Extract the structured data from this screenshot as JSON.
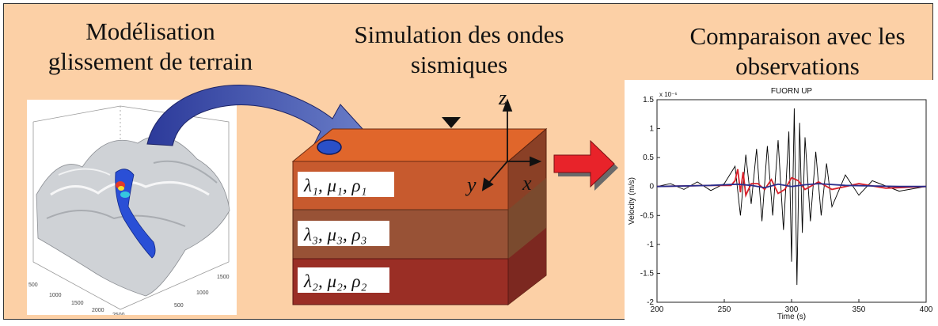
{
  "titles": {
    "modeling": "Modélisation\nglissement de terrain",
    "simulation": "Simulation des ondes\nsismiques",
    "comparison": "Comparaison avec les\nobservations"
  },
  "terrain": {
    "x_ticks": [
      "500",
      "1000",
      "1500",
      "2000",
      "2500"
    ],
    "y_ticks": [
      "500",
      "1000",
      "1500"
    ]
  },
  "block": {
    "layer_labels": [
      "λ₁, μ₁, ρ₁",
      "λ₃, μ₃, ρ₃",
      "λ₂, μ₂, ρ₂"
    ],
    "axes": {
      "z": "z",
      "y": "y",
      "x": "x"
    },
    "colors": {
      "top": "#e0662b",
      "layer1": "#c75a2e",
      "layer2": "#985236",
      "layer3": "#9a2e25"
    }
  },
  "chart_data": {
    "type": "line",
    "title": "FUORN UP",
    "xlabel": "Time (s)",
    "ylabel": "Velocity (m/s)",
    "y_exponent": "x 10⁻⁶",
    "xlim": [
      200,
      400
    ],
    "ylim": [
      -2,
      1.5
    ],
    "x_ticks": [
      200,
      250,
      300,
      350,
      400
    ],
    "y_ticks": [
      1.5,
      1,
      0.5,
      0,
      -0.5,
      -1,
      -1.5,
      -2
    ],
    "grid": false,
    "series": [
      {
        "color": "#000000",
        "x": [
          200,
          210,
          220,
          230,
          240,
          250,
          258,
          262,
          266,
          270,
          274,
          278,
          282,
          286,
          290,
          294,
          298,
          300,
          302,
          304,
          306,
          308,
          310,
          314,
          318,
          322,
          326,
          330,
          340,
          350,
          360,
          380,
          400
        ],
        "y": [
          0,
          0.05,
          -0.05,
          0.08,
          -0.07,
          0.05,
          0.35,
          -0.5,
          0.55,
          -0.3,
          0.65,
          -0.6,
          0.7,
          -0.5,
          0.8,
          -0.75,
          0.95,
          -1.3,
          1.35,
          -1.7,
          1.1,
          -0.8,
          0.85,
          -0.6,
          0.6,
          -0.5,
          0.4,
          -0.35,
          0.2,
          -0.15,
          0.1,
          -0.08,
          0
        ]
      },
      {
        "color": "#d8202a",
        "x": [
          200,
          240,
          255,
          258,
          260,
          262,
          264,
          266,
          270,
          275,
          280,
          285,
          290,
          295,
          300,
          305,
          310,
          320,
          330,
          350,
          370,
          400
        ],
        "y": [
          0,
          0.02,
          0.02,
          0.1,
          0.3,
          -0.1,
          0.25,
          -0.15,
          0.05,
          0.05,
          -0.05,
          0.12,
          -0.12,
          -0.05,
          0.15,
          0.1,
          -0.05,
          0.08,
          -0.05,
          0.05,
          -0.03,
          0
        ]
      },
      {
        "color": "#2a2e8c",
        "x": [
          200,
          240,
          260,
          270,
          280,
          290,
          300,
          310,
          320,
          340,
          360,
          380,
          400
        ],
        "y": [
          0,
          0.02,
          0.04,
          0.02,
          -0.02,
          0.04,
          0.0,
          0.03,
          0.05,
          0.02,
          0.01,
          0.0,
          0
        ]
      }
    ]
  }
}
